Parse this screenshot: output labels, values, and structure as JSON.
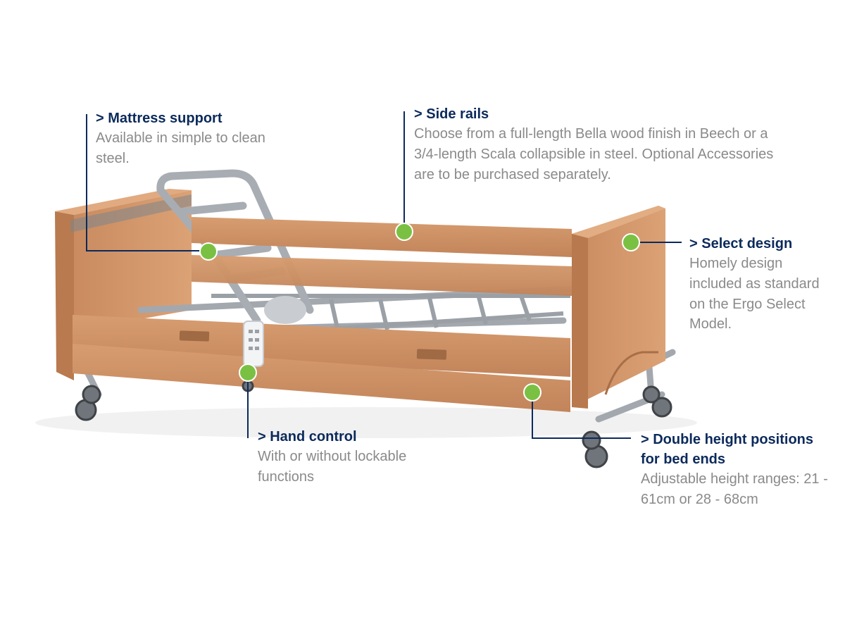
{
  "colors": {
    "heading": "#0b2a5b",
    "body": "#8a8a8a",
    "leader_line": "#0b2a5b",
    "marker": "#7ac143",
    "wood": "#cf9468",
    "wood_dark": "#b7794d",
    "steel": "#a3a8ae"
  },
  "callouts": {
    "mattress_support": {
      "heading": "> Mattress support",
      "text": "Available in simple to clean steel."
    },
    "side_rails": {
      "heading": "> Side rails",
      "text": "Choose from a full-length Bella wood finish in Beech or a 3/4-length Scala collapsible in steel. Optional Accessories are to be purchased separately."
    },
    "select_design": {
      "heading": "> Select design",
      "text": "Homely design included as standard on the Ergo Select Model."
    },
    "hand_control": {
      "heading": "> Hand control",
      "text": "With or without lockable functions"
    },
    "double_height": {
      "heading": ">  Double height positions for bed ends",
      "text": "Adjustable height ranges: 21 - 61cm or 28 - 68cm"
    }
  }
}
